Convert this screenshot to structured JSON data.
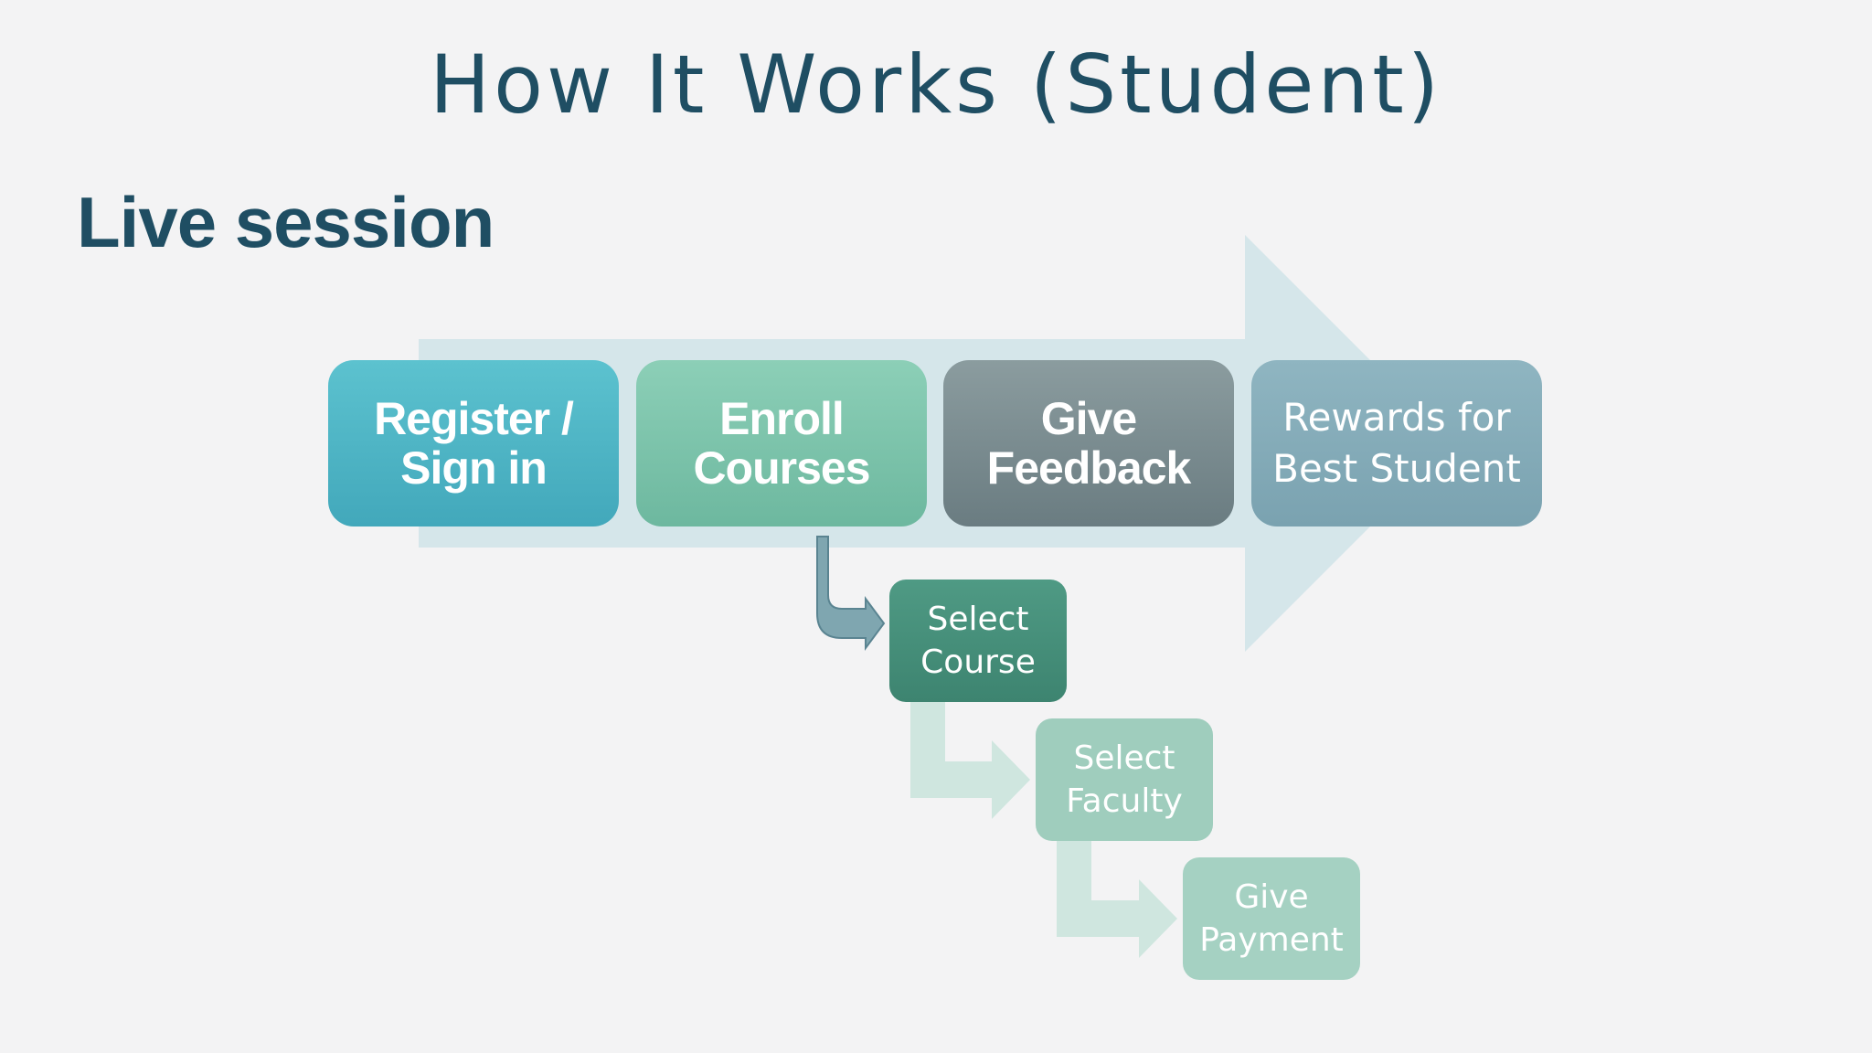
{
  "slide": {
    "title": "How It Works (Student)",
    "subtitle": "Live session"
  },
  "process": {
    "steps": [
      {
        "label": "Register /\nSign in"
      },
      {
        "label": "Enroll\nCourses"
      },
      {
        "label": "Give\nFeedback"
      },
      {
        "label": "Rewards for\nBest Student"
      }
    ],
    "sub_steps": [
      {
        "label": "Select\nCourse"
      },
      {
        "label": "Select\nFaculty"
      },
      {
        "label": "Give\nPayment"
      }
    ]
  },
  "colors": {
    "title": "#1f4e63",
    "background": "#f3f3f4",
    "big_arrow": "#d5e6ea",
    "register": "#4fb6c6",
    "enroll": "#7cc4aa",
    "feedback": "#7b8d91",
    "rewards": "#85abb8",
    "select_course": "#468f7a",
    "select_faculty": "#9fcdbd",
    "give_payment": "#a5d1c2",
    "connector_dark": "#7fa6b0",
    "connector_light": "#cfe6df"
  }
}
